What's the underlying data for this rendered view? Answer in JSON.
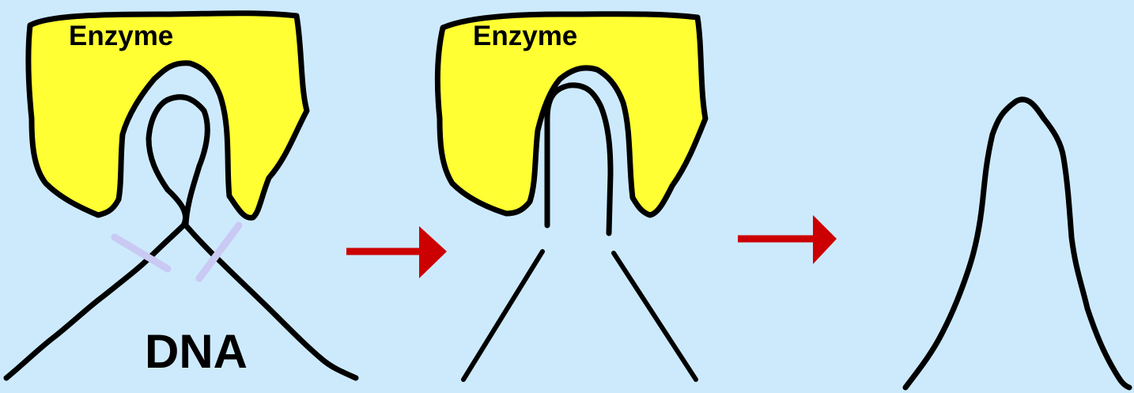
{
  "diagram": {
    "panels": [
      {
        "enzyme_label": "Enzyme",
        "dna_label": "DNA"
      },
      {
        "enzyme_label": "Enzyme"
      },
      {}
    ],
    "colors": {
      "background": "#cdeafd",
      "enzyme_fill": "#ffff33",
      "outline": "#000000",
      "arrow": "#cc0000",
      "cut_mark": "#c9c9f3"
    }
  }
}
